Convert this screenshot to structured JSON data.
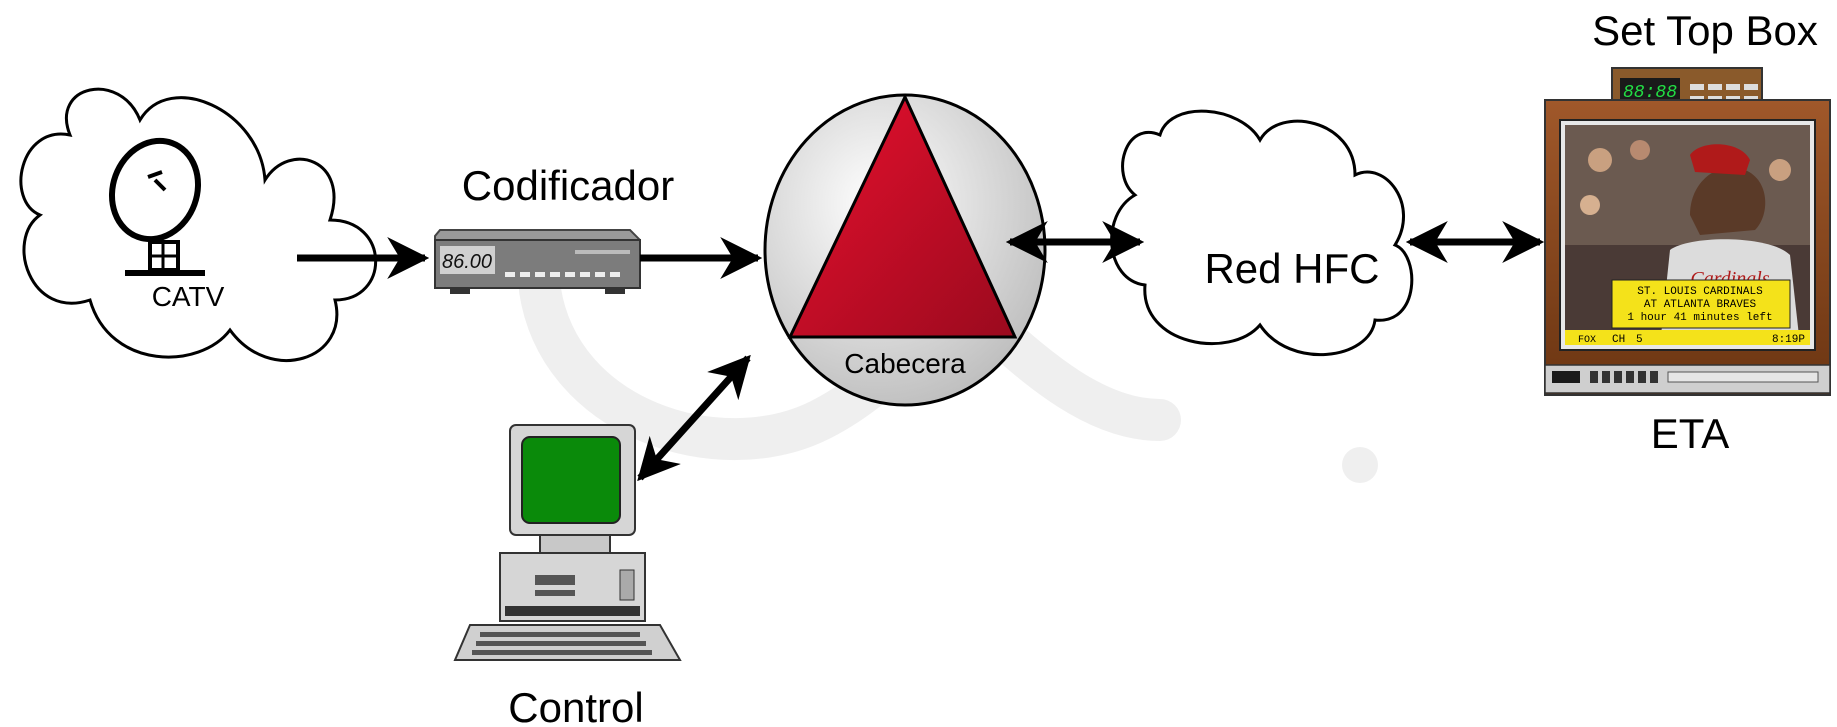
{
  "labels": {
    "catv": "CATV",
    "codificador": "Codificador",
    "cabecera": "Cabecera",
    "red_hfc": "Red HFC",
    "set_top_box": "Set Top Box",
    "eta": "ETA",
    "control": "Control"
  },
  "device_displays": {
    "encoder_display": "86.00",
    "settop_display": "88:88"
  },
  "tv_overlay": {
    "line1": "ST. LOUIS CARDINALS",
    "line2": "AT ATLANTA BRAVES",
    "line3": "1 hour 41 minutes left",
    "channel": "CH",
    "channel_num": "5",
    "network": "FOX",
    "time": "8:19P"
  },
  "colors": {
    "triangle": "#c8102e",
    "monitor_screen": "#0a8a0a",
    "hub_circle": "#d9d9d9",
    "arrow": "#000000",
    "watermark": "#eeeeee",
    "tv_cabinet": "#8b4a1c"
  }
}
